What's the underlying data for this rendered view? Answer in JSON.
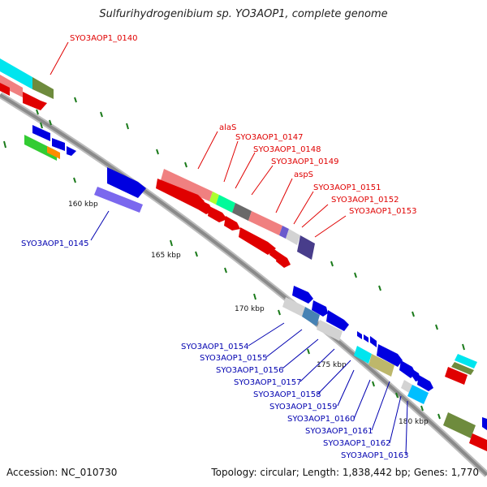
{
  "title": "Sulfurihydrogenibium sp. YO3AOP1, complete genome",
  "footer": {
    "accession": "Accession: NC_010730",
    "summary": "Topology: circular; Length: 1,838,442 bp; Genes: 1,770"
  },
  "ticks": [
    "160 kbp",
    "165 kbp",
    "170 kbp",
    "175 kbp",
    "180 kbp"
  ],
  "labels_red": [
    "SYO3AOP1_0140",
    "alaS",
    "SYO3AOP1_0147",
    "SYO3AOP1_0148",
    "SYO3AOP1_0149",
    "aspS",
    "SYO3AOP1_0151",
    "SYO3AOP1_0152",
    "SYO3AOP1_0153"
  ],
  "labels_blue": [
    "SYO3AOP1_0145",
    "SYO3AOP1_0154",
    "SYO3AOP1_0155",
    "SYO3AOP1_0156",
    "SYO3AOP1_0157",
    "SYO3AOP1_0158",
    "SYO3AOP1_0159",
    "SYO3AOP1_0160",
    "SYO3AOP1_0161",
    "SYO3AOP1_0162",
    "SYO3AOP1_0163"
  ],
  "colors": {
    "forward_strand": "#e00000",
    "reverse_strand": "#0000e0",
    "backbone": "#8a8a8a",
    "tick_mark": "#1a7a1a"
  }
}
